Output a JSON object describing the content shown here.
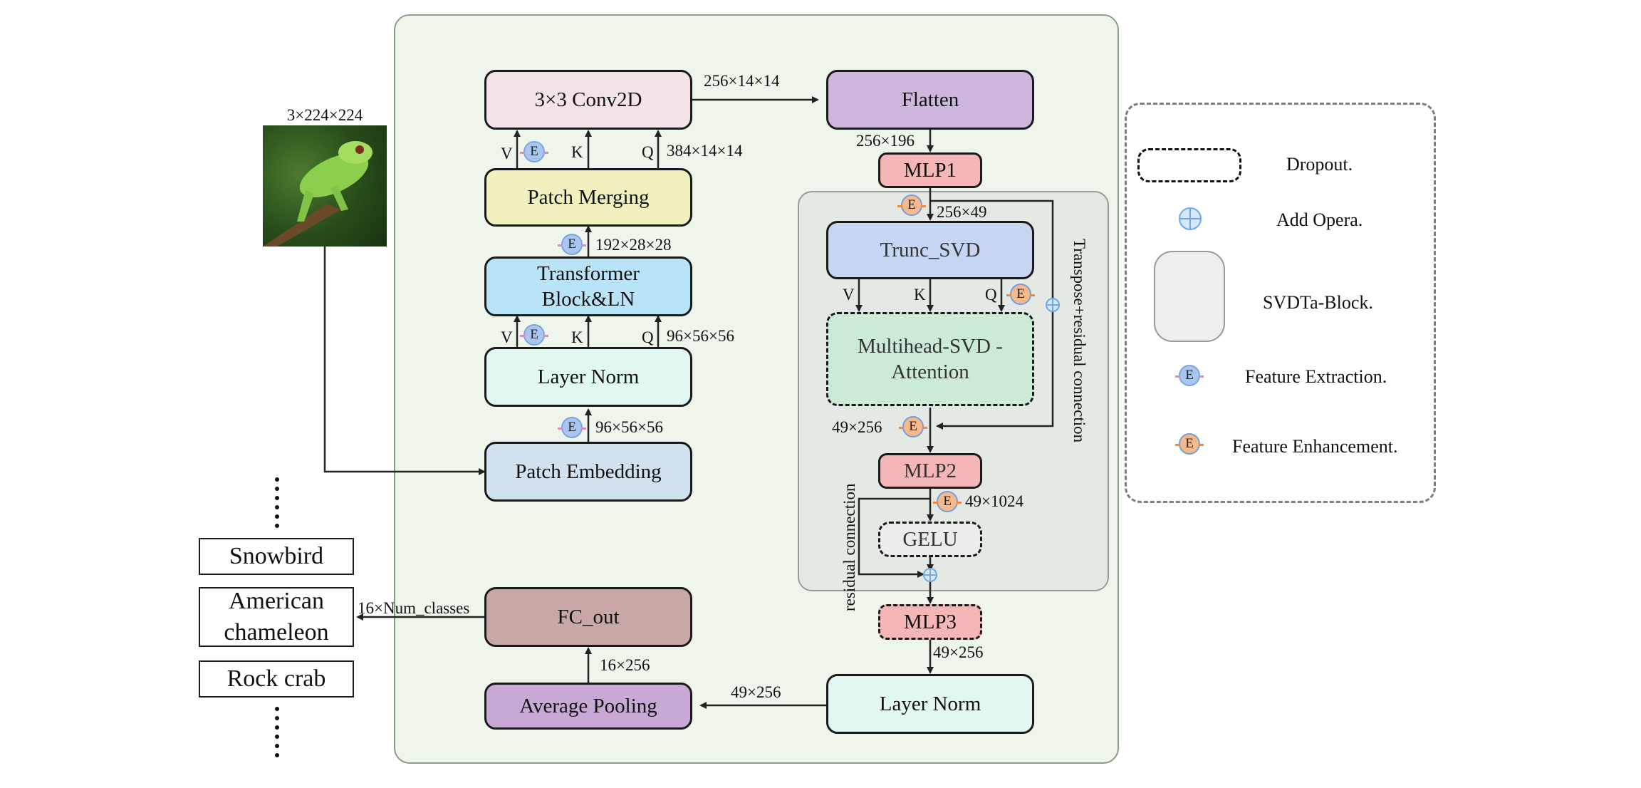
{
  "input": {
    "dims": "3×224×224",
    "image_alt": "chameleon"
  },
  "classes": {
    "items": [
      "Snowbird",
      "American chameleon",
      "Rock crab"
    ],
    "dims": "16×Num_classes"
  },
  "blocks": {
    "conv2d": "3×3 Conv2D",
    "patch_merging": "Patch Merging",
    "transformer": "Transformer Block&LN",
    "layer_norm_left": "Layer Norm",
    "patch_embedding": "Patch Embedding",
    "fc_out": "FC_out",
    "average_pooling": "Average Pooling",
    "flatten": "Flatten",
    "mlp1": "MLP1",
    "trunc_svd": "Trunc_SVD",
    "mhsa": "Multihead-SVD -Attention",
    "mlp2": "MLP2",
    "gelu": "GELU",
    "mlp3": "MLP3",
    "layer_norm_right": "Layer Norm"
  },
  "dims": {
    "conv_out": "256×14×14",
    "merge_q": "384×14×14",
    "tb_out": "192×28×28",
    "ln_q": "96×56×56",
    "pe_out": "96×56×56",
    "flatten_out": "256×196",
    "mlp1_out": "256×49",
    "attn_out": "49×256",
    "mlp2_out": "49×1024",
    "mlp3_out": "49×256",
    "ln_out": "49×256",
    "pool_out": "16×256"
  },
  "qkv": {
    "v": "V",
    "k": "K",
    "q": "Q"
  },
  "badge": "E",
  "side_labels": {
    "transpose": "Transpose+residual connection",
    "residual": "residual connection"
  },
  "legend": {
    "dropout": "Dropout.",
    "add": "Add Opera.",
    "svdta": "SVDTa-Block.",
    "extraction": "Feature Extraction.",
    "enhancement": "Feature Enhancement."
  },
  "colors": {
    "main_panel": "#eef6eb",
    "svd_block": "#e5e9e3",
    "conv": "#f2e4e6",
    "merging": "#f1f1c0",
    "transformer": "#b9e4f7",
    "layer_norm": "#e1f8f2",
    "embedding": "#cfe2ed",
    "fc_out": "#c7a8a6",
    "pooling": "#c8a9d6",
    "flatten": "#cdb7dc",
    "mlp": "#f4b6b6",
    "trunc_svd": "#c5d5f2",
    "mhsa": "#ccebd6",
    "gelu": "#ececec"
  }
}
